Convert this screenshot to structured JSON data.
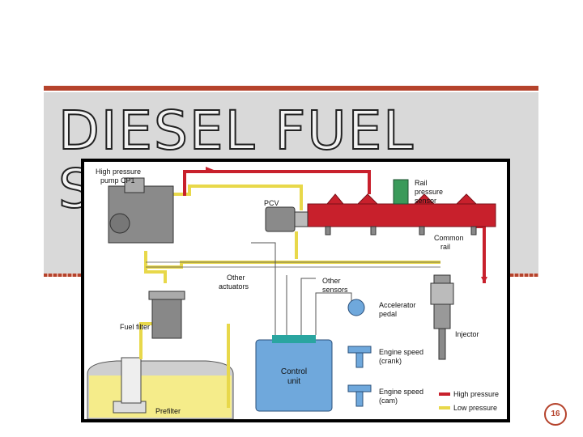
{
  "slide": {
    "title_line1": "DIESEL FUEL",
    "title_line2": "S",
    "page_number": "16"
  },
  "diagram": {
    "labels": {
      "high_pressure_pump": [
        "High pressure",
        "pump CP1"
      ],
      "rail_pressure_sensor": [
        "Rail",
        "pressure",
        "sensor"
      ],
      "pcv": "PCV",
      "common_rail": [
        "Common",
        "rail"
      ],
      "other_actuators": [
        "Other",
        "actuators"
      ],
      "other_sensors": [
        "Other",
        "sensors"
      ],
      "accelerator_pedal": [
        "Accelerator",
        "pedal"
      ],
      "injector": "Injector",
      "fuel_filter": "Fuel filter",
      "control_unit": [
        "Control",
        "unit"
      ],
      "engine_speed_crank": [
        "Engine speed",
        "(crank)"
      ],
      "engine_speed_cam": [
        "Engine speed",
        "(cam)"
      ],
      "prefilter": "Prefilter"
    },
    "legend": [
      {
        "label": "High pressure",
        "color": "#c8202c"
      },
      {
        "label": "Low pressure",
        "color": "#e8d84a"
      }
    ],
    "colors": {
      "high_pressure": "#c8202c",
      "low_pressure": "#e8d84a",
      "control_unit": "#6fa8dc",
      "pump": "#8a8a8a",
      "tank_fuel": "#f5ec8a"
    }
  }
}
